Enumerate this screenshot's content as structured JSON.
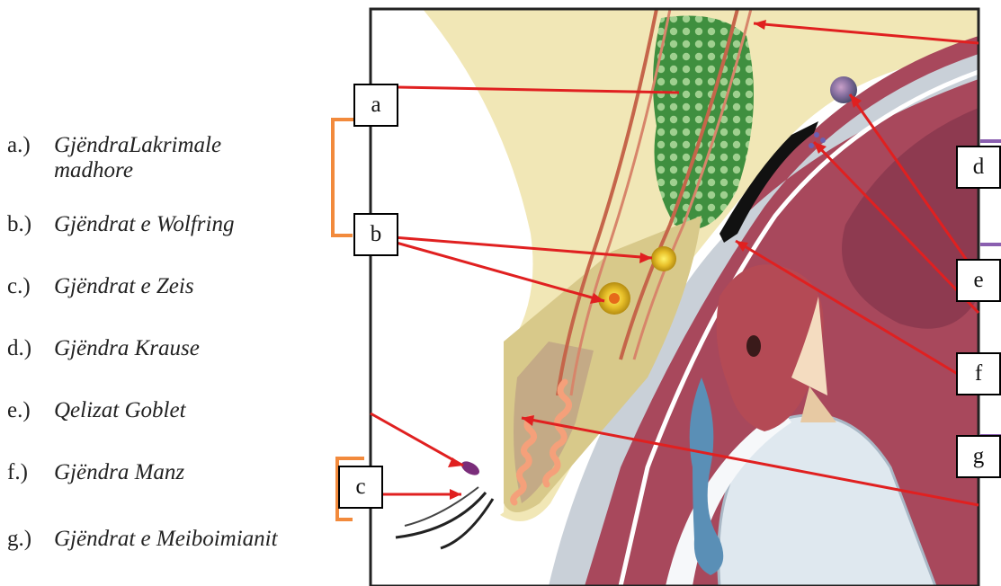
{
  "legend": [
    {
      "letter": "a.)",
      "line1": "GjëndraLakrimale",
      "line2": "madhore"
    },
    {
      "letter": "b.)",
      "line1": "Gjëndrat e Wolfring"
    },
    {
      "letter": "c.)",
      "line1": "Gjëndrat e Zeis"
    },
    {
      "letter": "d.)",
      "line1": "Gjëndra Krause"
    },
    {
      "letter": "e.)",
      "line1": "Qelizat Goblet"
    },
    {
      "letter": "f.)",
      "line1": "Gjëndra Manz"
    },
    {
      "letter": "g.)",
      "line1": "Gjëndrat e Meiboimianit"
    }
  ],
  "labels": {
    "a": "a",
    "b": "b",
    "c": "c",
    "d": "d",
    "e": "e",
    "f": "f",
    "g": "g"
  },
  "colors": {
    "pointer": "#e02020",
    "bracket": "#f28a3c",
    "purple_tick": "#8a5fb0",
    "lid_skin": "#f0e6b2",
    "muscle": "#a8485c",
    "gland_green": "#3f8f3f"
  }
}
